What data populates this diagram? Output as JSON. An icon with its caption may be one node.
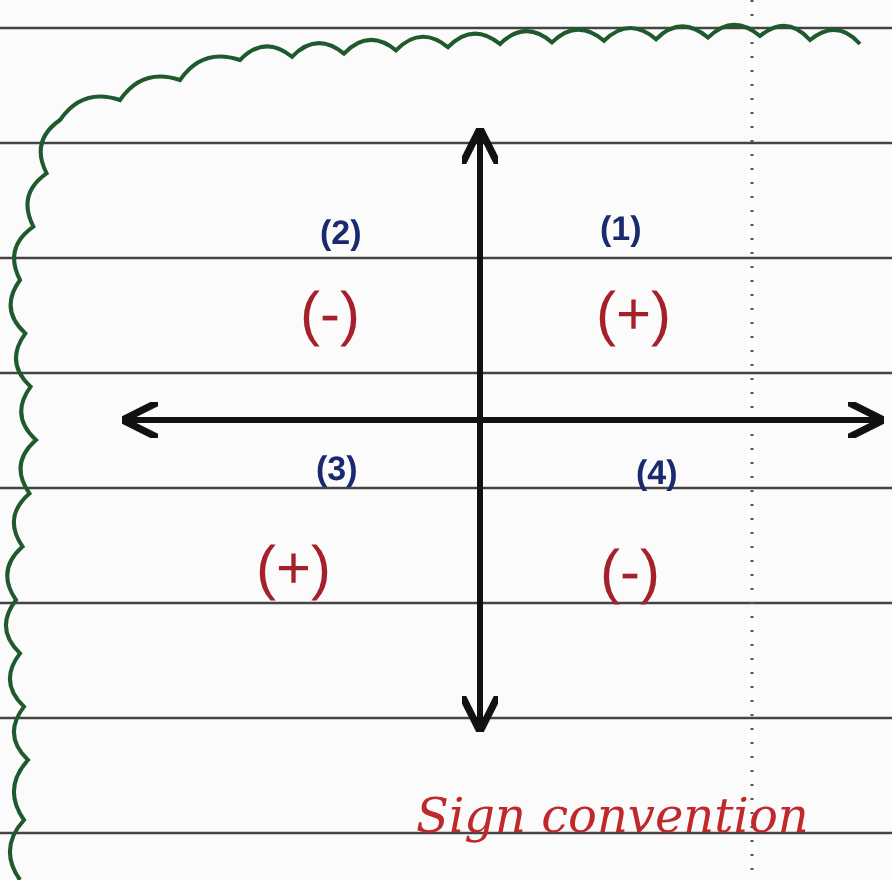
{
  "diagram": {
    "caption": "Sign convention",
    "labels": [
      "(2)",
      "(1)",
      "(-)",
      "(+)",
      "(3)",
      "(4)",
      "(+)",
      "(-)"
    ]
  }
}
